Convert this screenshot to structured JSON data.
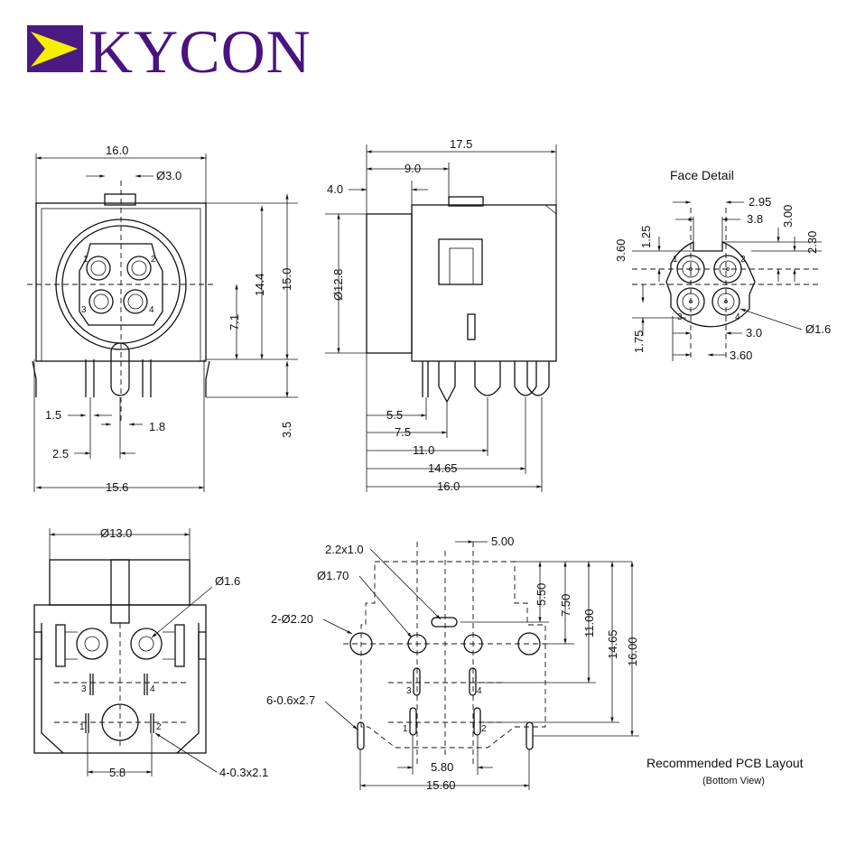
{
  "brand": {
    "name": "KYCON",
    "colors": {
      "purple": "#4a1a82",
      "yellow": "#f6f000",
      "ink": "#111111"
    }
  },
  "views": {
    "front": {
      "dims": [
        "16.0",
        "Ø3.0",
        "14.4",
        "15.0",
        "7.1",
        "1.5",
        "1.8",
        "2.5",
        "15.6",
        "3.5"
      ],
      "pins": [
        "1",
        "2",
        "3",
        "4"
      ]
    },
    "side": {
      "dims": [
        "17.5",
        "9.0",
        "4.0",
        "Ø12.8",
        "5.5",
        "7.5",
        "11.0",
        "14.65",
        "16.0"
      ]
    },
    "face_detail": {
      "title": "Face Detail",
      "dims": [
        "2.95",
        "3.8",
        "3.00",
        "2.30",
        "1.25",
        "3.60",
        "1.75",
        "3.0",
        "3.60",
        "Ø1.6"
      ],
      "pins": [
        "1",
        "2",
        "3",
        "4"
      ]
    },
    "bottom": {
      "dims": [
        "Ø13.0",
        "Ø1.6",
        "5.8",
        "4-0.3x2.1"
      ],
      "pins": [
        "1",
        "2",
        "3",
        "4"
      ]
    },
    "pcb": {
      "title": "Recommended PCB Layout",
      "subtitle": "(Bottom View)",
      "dims": [
        "2.2x1.0",
        "5.00",
        "Ø1.70",
        "2-Ø2.20",
        "6-0.6x2.7",
        "5.50",
        "7.50",
        "11.00",
        "14.65",
        "16.00",
        "5.80",
        "15.60"
      ],
      "pins": [
        "1",
        "2",
        "3",
        "4"
      ]
    }
  }
}
